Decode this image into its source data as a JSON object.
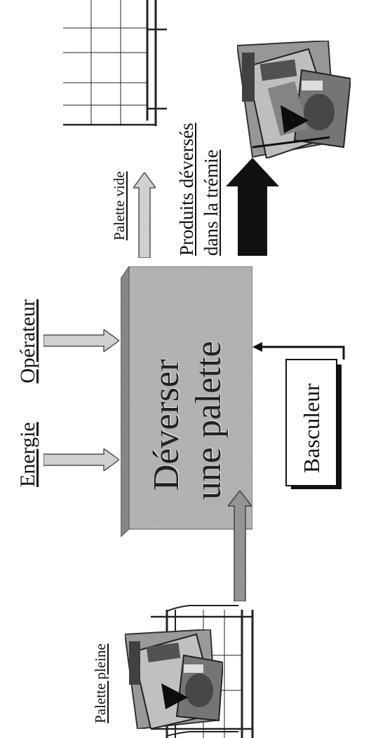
{
  "labels": {
    "energie": "Energie",
    "operateur": "Opérateur",
    "palette_vide": "Palette vide",
    "produits_line1": "Produits déversés",
    "produits_line2": "dans la trémie",
    "palette_pleine": "Palette pleine"
  },
  "function_box": {
    "line1": "Déverser",
    "line2": "une palette"
  },
  "support_box": {
    "label": "Basculeur"
  },
  "colors": {
    "box_fill": "#b9b9b9",
    "box_side": "#8c8c8c",
    "arrow_light": "#d8d8d8",
    "arrow_mid": "#9a9a9a",
    "arrow_dark": "#111111"
  }
}
